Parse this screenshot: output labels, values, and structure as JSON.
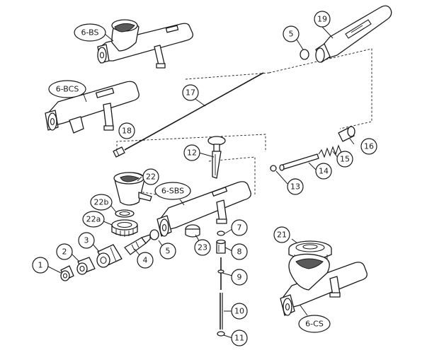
{
  "callouts": {
    "c1": "1",
    "c2": "2",
    "c3": "3",
    "c4": "4",
    "c5a": "5",
    "c5b": "5",
    "c7": "7",
    "c8": "8",
    "c9": "9",
    "c10": "10",
    "c11": "11",
    "c12": "12",
    "c13": "13",
    "c14": "14",
    "c15": "15",
    "c16": "16",
    "c17": "17",
    "c18": "18",
    "c19": "19",
    "c21": "21",
    "c22": "22",
    "c22a": "22a",
    "c22b": "22b",
    "c23": "23",
    "c6bs": "6-BS",
    "c6bcs": "6-BCS",
    "c6sbs": "6-SBS",
    "c6cs": "6-CS"
  }
}
